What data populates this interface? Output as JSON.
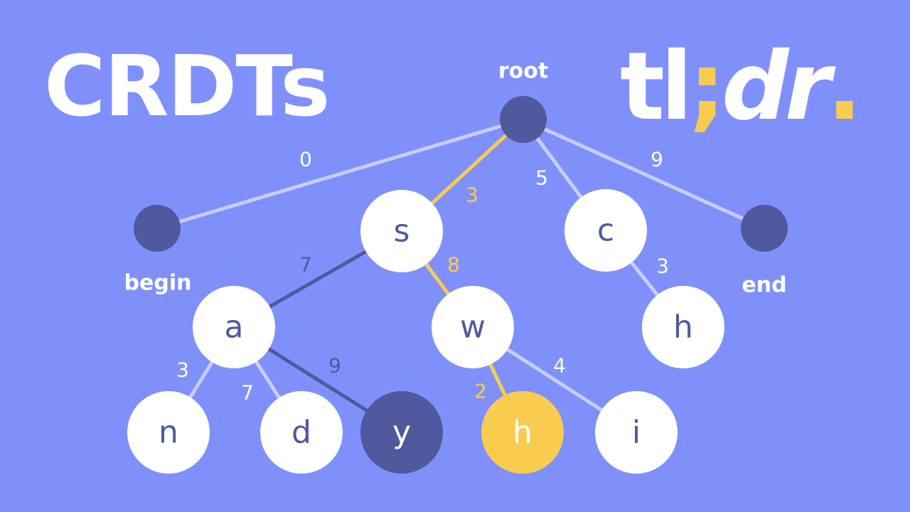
{
  "header": {
    "title": "CRDTs",
    "logo": {
      "part1": "tl",
      "separator": ";",
      "part2": "dr",
      "period": "."
    }
  },
  "colors": {
    "background": "#8090fb",
    "node_dark": "#50589e",
    "node_white": "#ffffff",
    "highlight": "#f8cd4f",
    "edge_light": "#c9cdfb",
    "edge_dark": "#50589e",
    "text_dark": "#50589e"
  },
  "tree": {
    "nodes": [
      {
        "id": "root",
        "letter": "",
        "label": "root",
        "style": "dark-small"
      },
      {
        "id": "begin",
        "letter": "",
        "label": "begin",
        "style": "dark-small"
      },
      {
        "id": "end",
        "letter": "",
        "label": "end",
        "style": "dark-small"
      },
      {
        "id": "s",
        "letter": "s",
        "label": "",
        "style": "white"
      },
      {
        "id": "c",
        "letter": "c",
        "label": "",
        "style": "white"
      },
      {
        "id": "a",
        "letter": "a",
        "label": "",
        "style": "white"
      },
      {
        "id": "w",
        "letter": "w",
        "label": "",
        "style": "white"
      },
      {
        "id": "h1",
        "letter": "h",
        "label": "",
        "style": "white"
      },
      {
        "id": "n",
        "letter": "n",
        "label": "",
        "style": "white"
      },
      {
        "id": "d",
        "letter": "d",
        "label": "",
        "style": "white"
      },
      {
        "id": "y",
        "letter": "y",
        "label": "",
        "style": "dark"
      },
      {
        "id": "h2",
        "letter": "h",
        "label": "",
        "style": "highlight"
      },
      {
        "id": "i",
        "letter": "i",
        "label": "",
        "style": "white"
      }
    ],
    "edges": [
      {
        "from": "root",
        "to": "begin",
        "weight": "0",
        "style": "light"
      },
      {
        "from": "root",
        "to": "s",
        "weight": "3",
        "style": "highlight"
      },
      {
        "from": "root",
        "to": "c",
        "weight": "5",
        "style": "light"
      },
      {
        "from": "root",
        "to": "end",
        "weight": "9",
        "style": "light"
      },
      {
        "from": "s",
        "to": "a",
        "weight": "7",
        "style": "dark"
      },
      {
        "from": "s",
        "to": "w",
        "weight": "8",
        "style": "highlight"
      },
      {
        "from": "c",
        "to": "h1",
        "weight": "3",
        "style": "light"
      },
      {
        "from": "a",
        "to": "n",
        "weight": "3",
        "style": "light"
      },
      {
        "from": "a",
        "to": "d",
        "weight": "7",
        "style": "light"
      },
      {
        "from": "a",
        "to": "y",
        "weight": "9",
        "style": "dark"
      },
      {
        "from": "w",
        "to": "h2",
        "weight": "2",
        "style": "highlight"
      },
      {
        "from": "w",
        "to": "i",
        "weight": "4",
        "style": "light"
      }
    ]
  }
}
